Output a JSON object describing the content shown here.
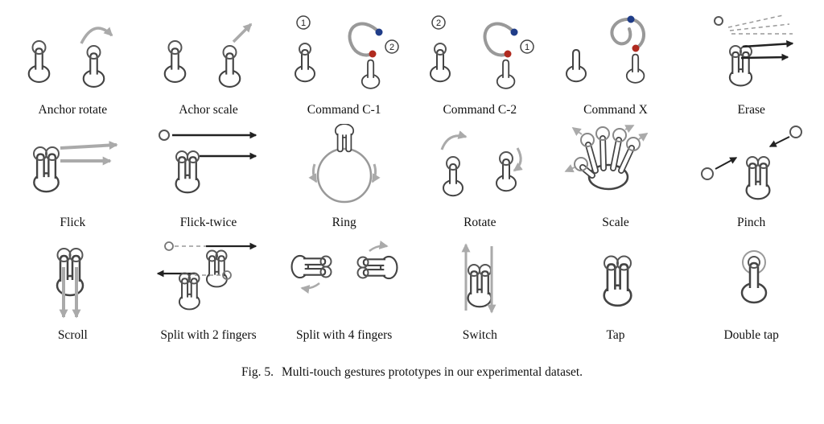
{
  "figure": {
    "caption_label": "Fig. 5.",
    "caption_text": "Multi-touch gestures prototypes in our experimental dataset.",
    "colors": {
      "hand_stroke": "#444444",
      "touch_circle": "#555555",
      "gray_arrow": "#aaaaaa",
      "dark_arrow": "#222222",
      "command_path": "#999999",
      "blue_dot": "#1f3c88",
      "red_dot": "#b02a1f"
    },
    "cells": [
      {
        "label": "Anchor rotate",
        "icon": "anchor-rotate-icon"
      },
      {
        "label": "Achor scale",
        "icon": "anchor-scale-icon"
      },
      {
        "label": "Command C-1",
        "icon": "command-c1-icon",
        "badges": [
          "1",
          "2"
        ]
      },
      {
        "label": "Command C-2",
        "icon": "command-c2-icon",
        "badges": [
          "2",
          "1"
        ]
      },
      {
        "label": "Command X",
        "icon": "command-x-icon"
      },
      {
        "label": "Erase",
        "icon": "erase-icon"
      },
      {
        "label": "Flick",
        "icon": "flick-icon"
      },
      {
        "label": "Flick-twice",
        "icon": "flick-twice-icon"
      },
      {
        "label": "Ring",
        "icon": "ring-icon"
      },
      {
        "label": "Rotate",
        "icon": "rotate-icon"
      },
      {
        "label": "Scale",
        "icon": "scale-icon"
      },
      {
        "label": "Pinch",
        "icon": "pinch-icon"
      },
      {
        "label": "Scroll",
        "icon": "scroll-icon"
      },
      {
        "label": "Split with 2 fingers",
        "icon": "split-2-fingers-icon"
      },
      {
        "label": "Split with 4 fingers",
        "icon": "split-4-fingers-icon"
      },
      {
        "label": "Switch",
        "icon": "switch-icon"
      },
      {
        "label": "Tap",
        "icon": "tap-icon"
      },
      {
        "label": "Double tap",
        "icon": "double-tap-icon"
      }
    ]
  }
}
